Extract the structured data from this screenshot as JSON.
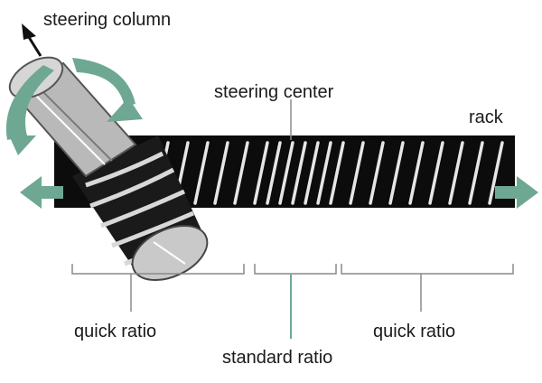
{
  "labels": {
    "steering_column": "steering column",
    "steering_center": "steering center",
    "rack": "rack",
    "quick_ratio_left": "quick ratio",
    "standard_ratio": "standard ratio",
    "quick_ratio_right": "quick ratio"
  },
  "colors": {
    "rack": "#0c0c0c",
    "teeth": "#e6e6e6",
    "arrow": "#6ea893",
    "column": "#b9b9b9",
    "bracket": "#8a8a8a",
    "leader": "#6ea893"
  },
  "icons": {
    "left_arrow": "arrow-left-icon",
    "right_arrow": "arrow-right-icon",
    "up_arrow": "arrow-up-left-icon",
    "rotation": "rotation-arrow-icon"
  }
}
